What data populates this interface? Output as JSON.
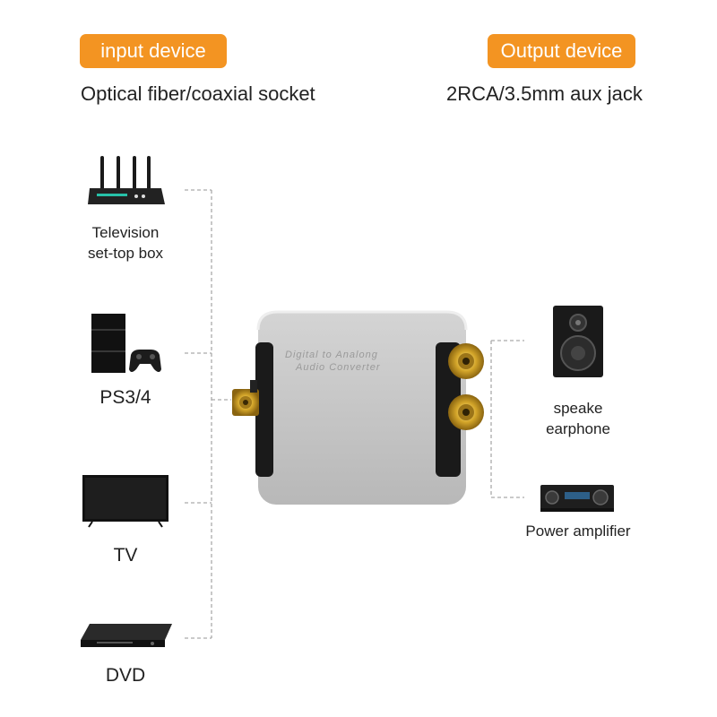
{
  "header": {
    "input_label": "input device",
    "input_sub": "Optical fiber/coaxial socket",
    "output_label": "Output device",
    "output_sub": "2RCA/3.5mm aux jack",
    "accent_color": "#f39422"
  },
  "inputs": [
    {
      "icon": "router-icon",
      "lines": [
        "Television",
        "set-top box"
      ]
    },
    {
      "icon": "game-console-icon",
      "lines": [
        "PS3/4"
      ]
    },
    {
      "icon": "tv-icon",
      "lines": [
        "TV"
      ]
    },
    {
      "icon": "dvd-player-icon",
      "lines": [
        "DVD"
      ]
    }
  ],
  "outputs": [
    {
      "icon": "speaker-icon",
      "lines": [
        "speake",
        "earphone"
      ]
    },
    {
      "icon": "amplifier-icon",
      "lines": [
        "Power amplifier"
      ]
    }
  ],
  "converter": {
    "icon": "converter-box-icon",
    "brand_line1": "Digital to Analong",
    "brand_line2": "Audio Converter"
  }
}
